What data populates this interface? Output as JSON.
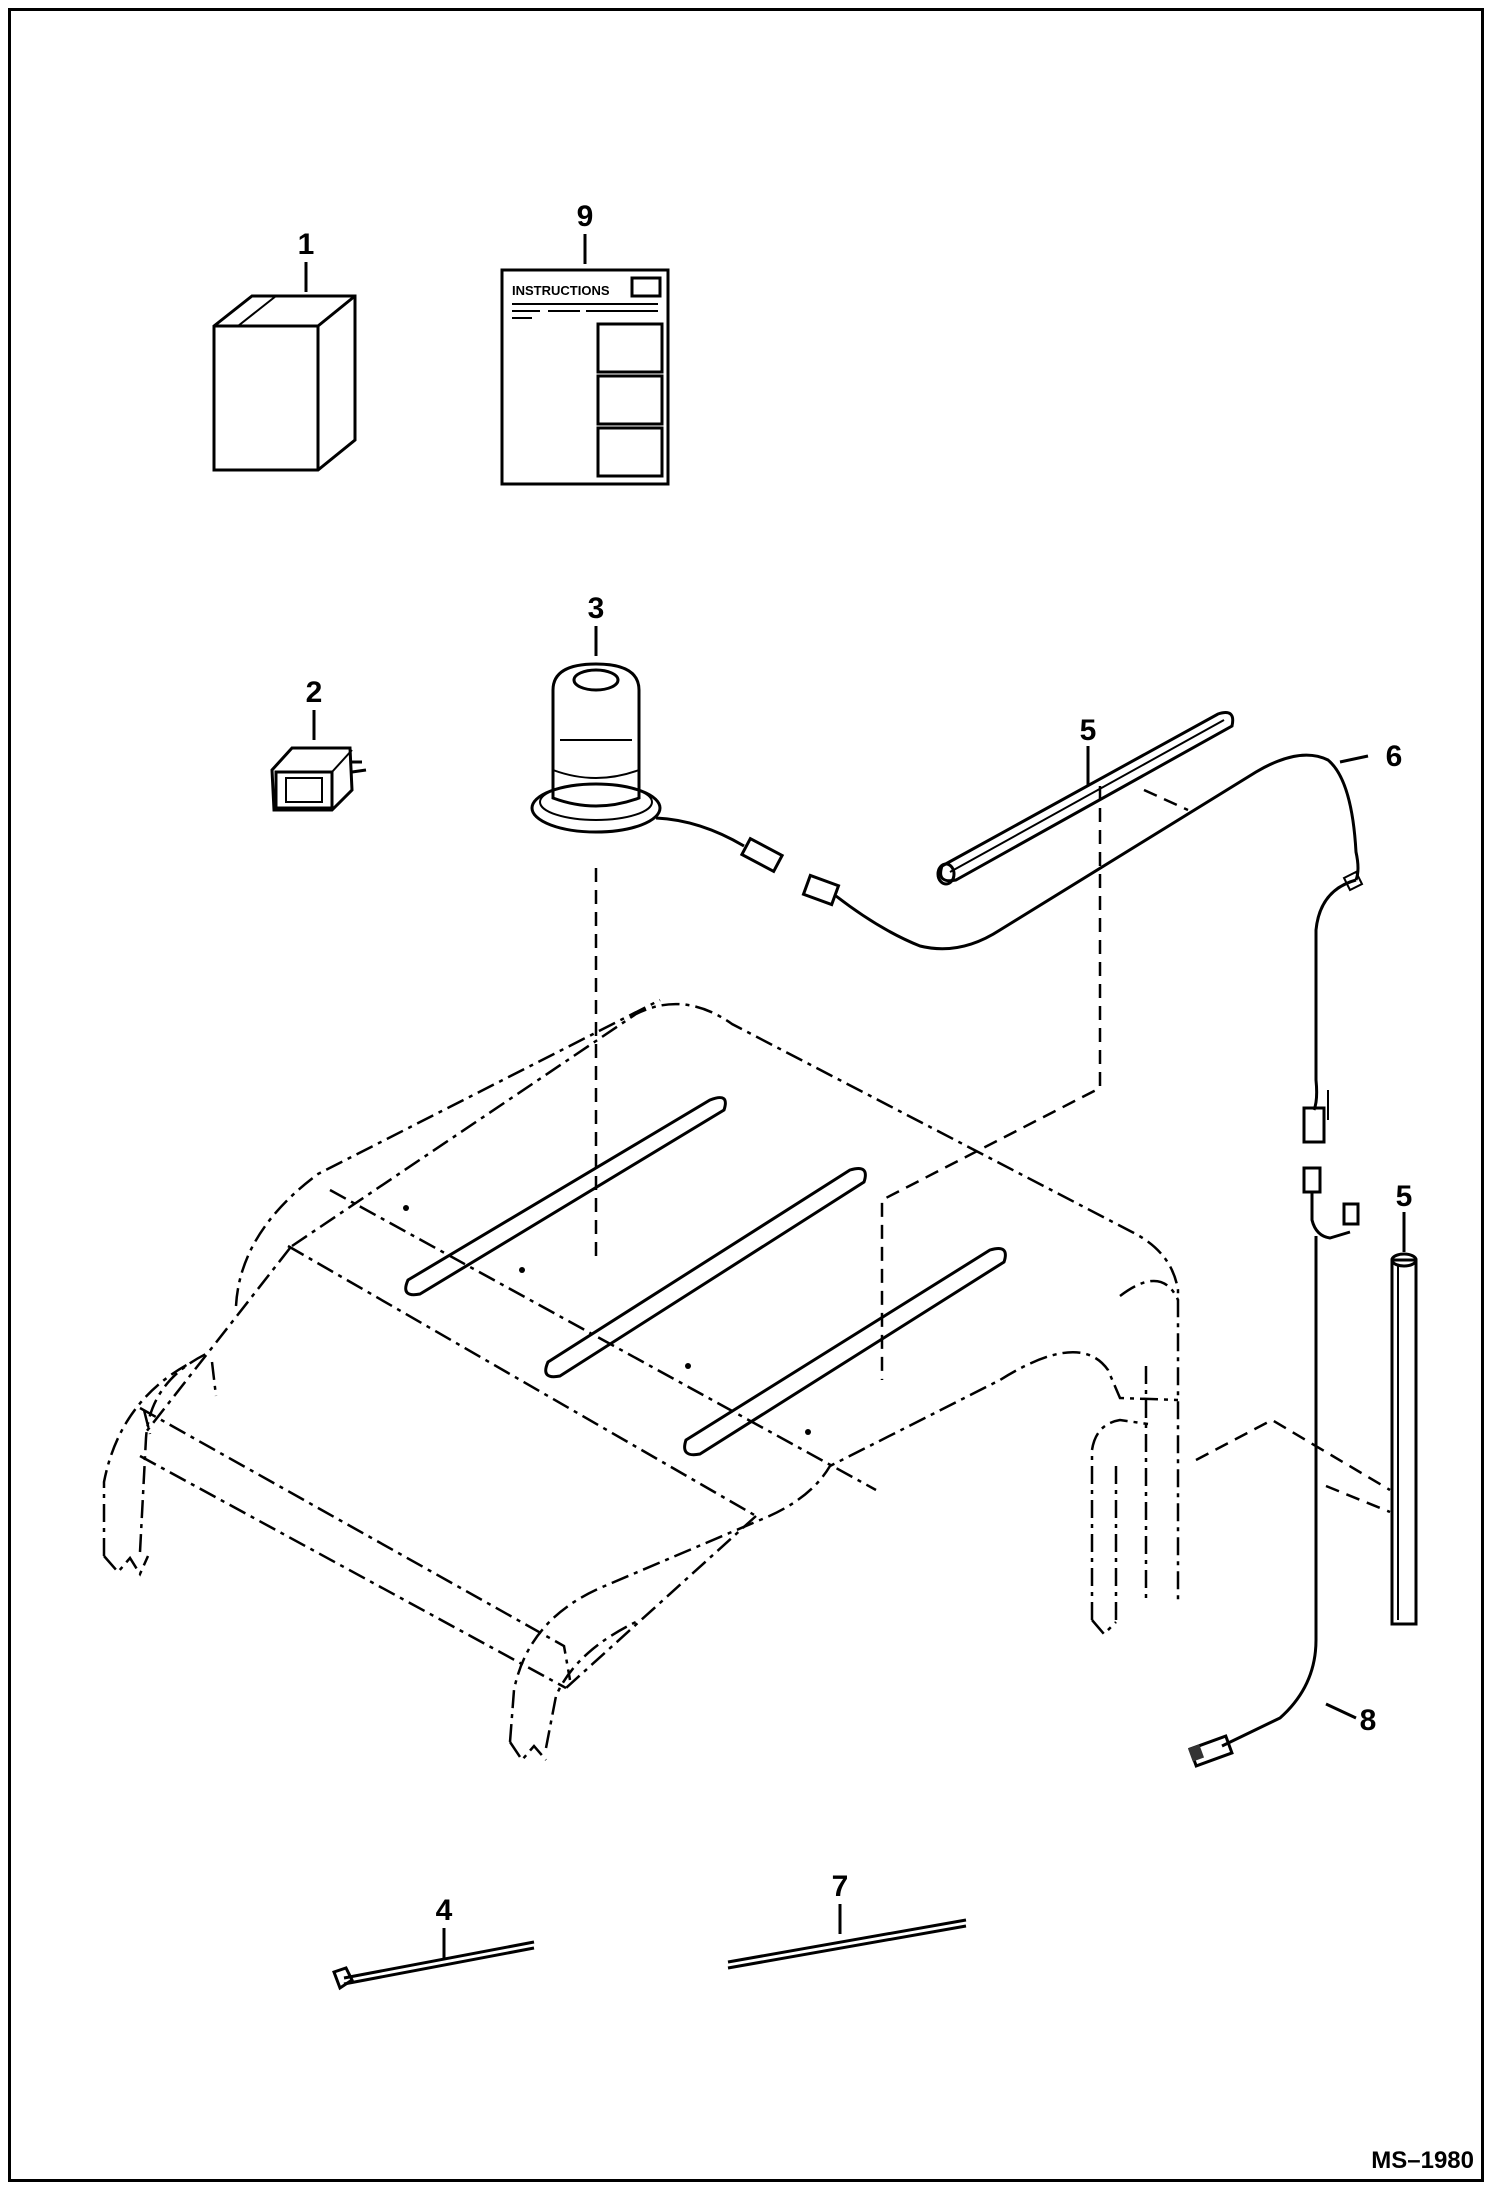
{
  "callouts": {
    "c1": "1",
    "c2": "2",
    "c3": "3",
    "c4": "4",
    "c5a": "5",
    "c5b": "5",
    "c6": "6",
    "c7": "7",
    "c8": "8",
    "c9": "9"
  },
  "instruction_sheet": {
    "heading": "INSTRUCTIONS"
  },
  "figure_id": "MS–1980"
}
